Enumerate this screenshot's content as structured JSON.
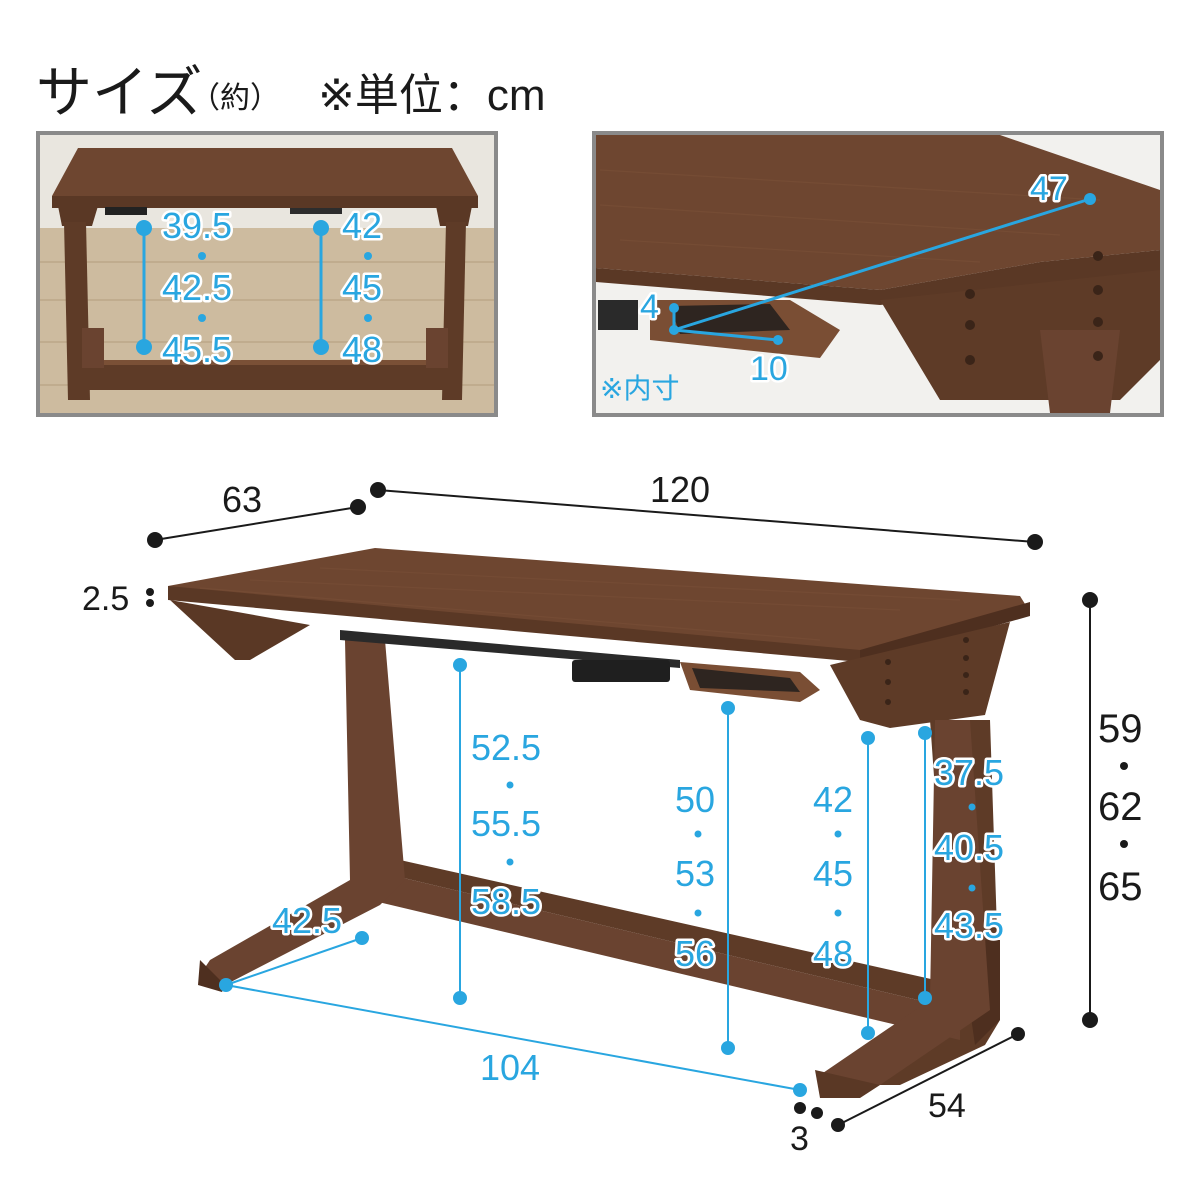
{
  "header": {
    "title": "サイズ",
    "approx": "（約）",
    "unit_note": "※単位：cm"
  },
  "colors": {
    "wood_top": "#6e4630",
    "wood_side": "#5a3825",
    "wood_dark": "#4a2c1c",
    "floor": "#c9b79c",
    "wall": "#e9e6df",
    "frame": "#8a8a8a",
    "dimension_blue": "#29a6e0",
    "dimension_black": "#1a1a1a"
  },
  "front_view": {
    "left_heights": [
      "39.5",
      "42.5",
      "45.5"
    ],
    "right_heights": [
      "42",
      "45",
      "48"
    ]
  },
  "detail_view": {
    "depth_label": "47",
    "height_label": "4",
    "width_label": "10",
    "note": "※内寸"
  },
  "main_view": {
    "top_depth": "63",
    "top_width": "120",
    "top_thickness": "2.5",
    "table_heights": [
      "59",
      "62",
      "65"
    ],
    "under_top_heights": [
      "52.5",
      "55.5",
      "58.5"
    ],
    "under_tray_heights": [
      "50",
      "53",
      "56"
    ],
    "leg_inner_heights": [
      "42",
      "45",
      "48"
    ],
    "beam_heights": [
      "37.5",
      "40.5",
      "43.5"
    ],
    "foot_depth": "42.5",
    "inner_width": "104",
    "foot_gap": "3",
    "foot_length": "54"
  }
}
